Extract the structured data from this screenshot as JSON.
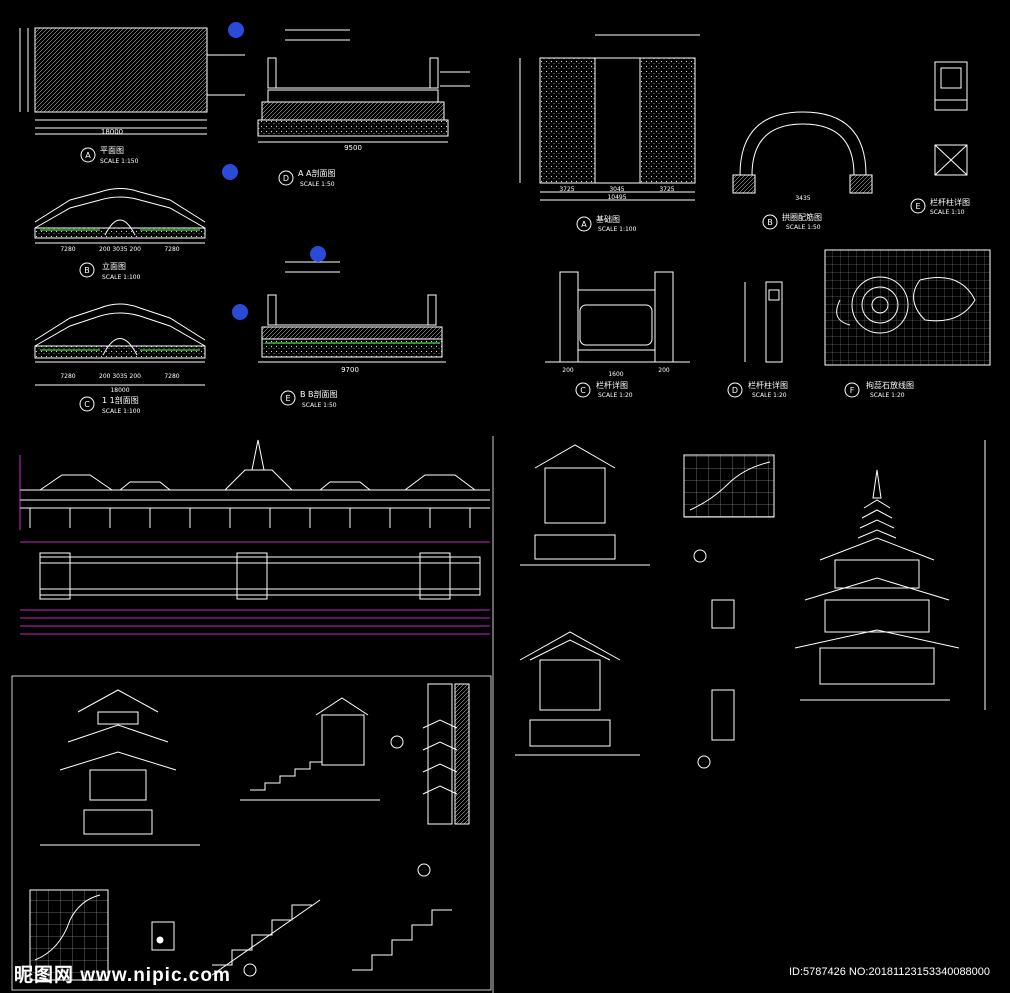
{
  "colors": {
    "background": "#000000",
    "line": "#ffffff",
    "accent_blue": "#2a4bd8",
    "magenta": "#ff33ff",
    "green": "#44dd44",
    "yellow": "#ffee33",
    "grid": "#cccccc"
  },
  "top_left": {
    "a_title": "平面图",
    "a_scale": "SCALE  1:150",
    "a_dim": "18000",
    "a_tag": "A",
    "d_title": "A A剖面图",
    "d_scale": "SCALE  1:50",
    "d_dim": "9500",
    "d_tag": "D",
    "b_title": "立面图",
    "b_scale": "SCALE  1:100",
    "b_dims": [
      "7280",
      "200 3035 200",
      "7280"
    ],
    "b_tag": "B",
    "c_title": "1 1剖面图",
    "c_scale": "SCALE  1:100",
    "c_dims": [
      "7280",
      "200 3035 200",
      "7280"
    ],
    "c_total": "18000",
    "c_tag": "C",
    "e_title": "B B剖面图",
    "e_scale": "SCALE  1:50",
    "e_dim": "9700",
    "e_tag": "E"
  },
  "top_right": {
    "a_title": "基础图",
    "a_scale": "SCALE  1:100",
    "a_dims": [
      "3725",
      "3045",
      "3725"
    ],
    "a_total": "10495",
    "a_tag": "A",
    "b_title": "拱圈配筋图",
    "b_scale": "SCALE  1:50",
    "b_dim": "3435",
    "b_tag": "B",
    "e_title": "栏杆柱详图",
    "e_scale": "SCALE  1:10",
    "e_tag": "E",
    "c_title": "栏杆详图",
    "c_scale": "SCALE  1:20",
    "c_dims": [
      "200",
      "1600",
      "200"
    ],
    "c_tag": "C",
    "d_title": "栏杆柱详图",
    "d_scale": "SCALE  1:20",
    "d_tag": "D",
    "f_title": "拘蕊石放线图",
    "f_scale": "SCALE  1:20",
    "f_tag": "F"
  },
  "watermark": {
    "left": "昵图网 www.nipic.com",
    "right": "ID:5787426 NO:20181123153340088000"
  }
}
